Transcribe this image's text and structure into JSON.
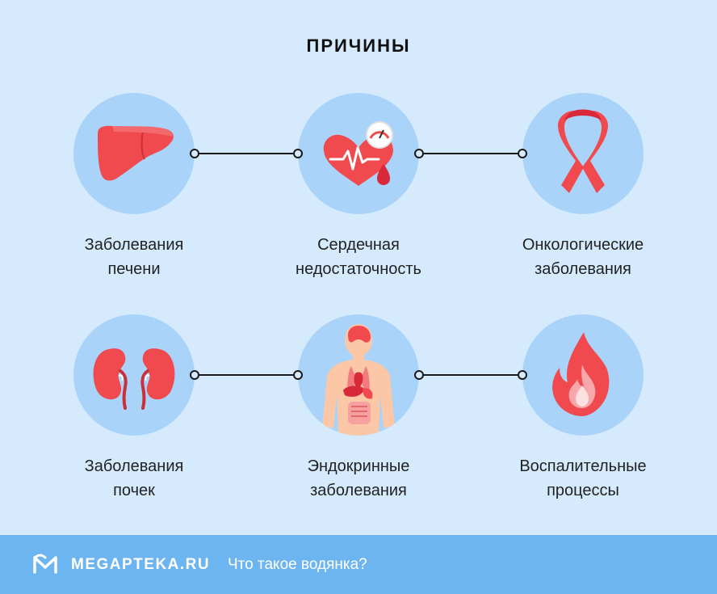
{
  "title": "причины",
  "causes": [
    {
      "line1": "Заболевания",
      "line2": "печени",
      "icon": "liver-icon"
    },
    {
      "line1": "Сердечная",
      "line2": "недостаточность",
      "icon": "heart-pressure-icon"
    },
    {
      "line1": "Онкологические",
      "line2": "заболевания",
      "icon": "cancer-ribbon-icon"
    },
    {
      "line1": "Заболевания",
      "line2": "почек",
      "icon": "kidneys-icon"
    },
    {
      "line1": "Эндокринные",
      "line2": "заболевания",
      "icon": "human-organs-icon"
    },
    {
      "line1": "Воспалительные",
      "line2": "процессы",
      "icon": "flame-icon"
    }
  ],
  "footer": {
    "brand": "MEGAPTEKA.RU",
    "subtitle": "Что такое водянка?"
  },
  "colors": {
    "background": "#d5eafd",
    "circle": "#a9d3f8",
    "accent_red": "#f04a4f",
    "footer": "#6db5f1"
  }
}
